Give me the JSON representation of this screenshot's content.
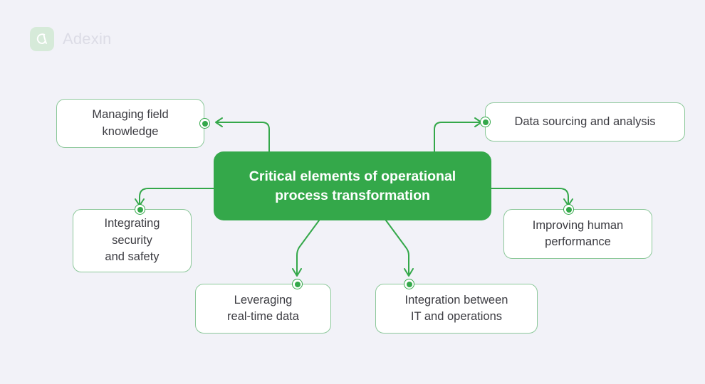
{
  "brand": {
    "name": "Adexin",
    "mark_icon": "adexin-logo-icon",
    "mark_color": "#d6ead9",
    "text_color": "#dcdce6"
  },
  "theme": {
    "background": "#f2f2f8",
    "accent_green": "#34a84a",
    "node_border": "#8cc89a",
    "node_fill": "#ffffff",
    "node_text": "#3c3c42",
    "center_text": "#ffffff"
  },
  "diagram": {
    "type": "mind-map",
    "center": {
      "label": "Critical elements of operational\nprocess transformation"
    },
    "branches": [
      {
        "id": "managing-field-knowledge",
        "label": "Managing field\nknowledge",
        "dot_side": "right"
      },
      {
        "id": "data-sourcing-and-analysis",
        "label": "Data sourcing and analysis",
        "dot_side": "left"
      },
      {
        "id": "integrating-security-and-safety",
        "label": "Integrating\nsecurity\nand safety",
        "dot_side": "top"
      },
      {
        "id": "improving-human-performance",
        "label": "Improving human\nperformance",
        "dot_side": "top"
      },
      {
        "id": "leveraging-real-time-data",
        "label": "Leveraging\nreal-time data",
        "dot_side": "top"
      },
      {
        "id": "integration-between-it-and-operations",
        "label": "Integration between\nIT and operations",
        "dot_side": "top"
      }
    ]
  }
}
